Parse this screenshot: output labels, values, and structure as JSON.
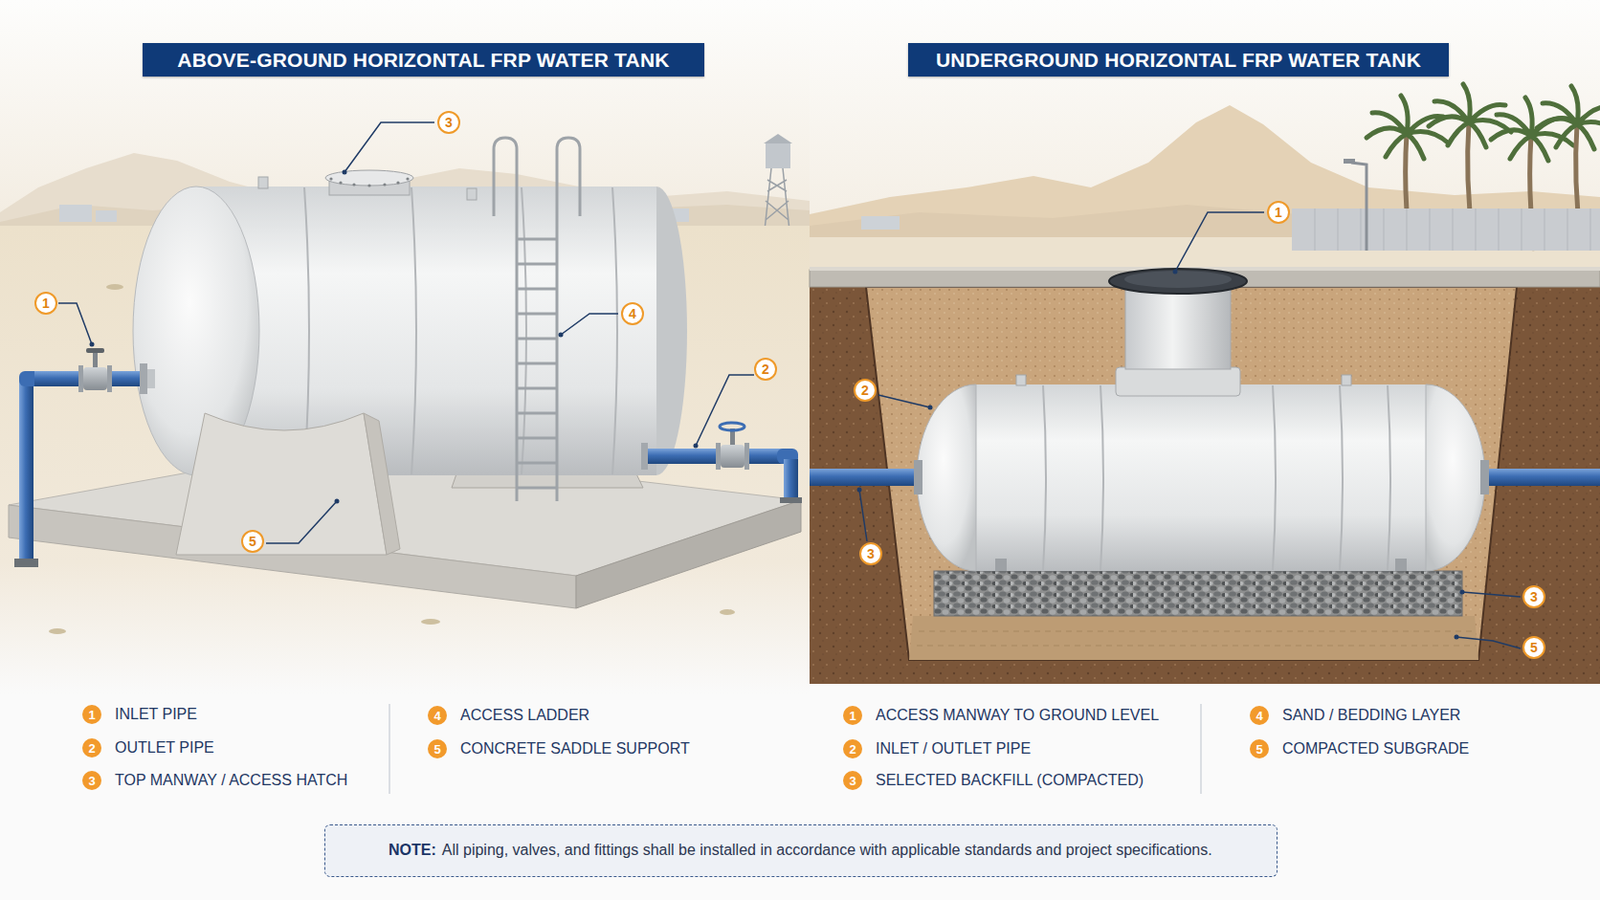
{
  "diagram": {
    "nodes": [
      {
        "text": [
          "ABOVE-GROUND HORIZONTAL FRP WATER TANK"
        ]
      },
      {
        "text": [
          "UNDERGROUND HORIZONTAL FRP WATER TANK"
        ]
      },
      {
        "text": [
          "NOTE:",
          "All piping, valves, and fittings shall be installed in accordance with applicable standards and project specifications."
        ]
      }
    ],
    "labels": [
      "3",
      "1",
      "4",
      "2",
      "5",
      "1",
      "2",
      "3",
      "3",
      "5",
      "1",
      "2",
      "3",
      "4",
      "5",
      "1",
      "2",
      "3",
      "4",
      "5"
    ],
    "legend": [
      {
        "text": "INLET PIPE"
      },
      {
        "text": "OUTLET PIPE"
      },
      {
        "text": "TOP MANWAY / ACCESS HATCH"
      },
      {
        "text": "ACCESS LADDER"
      },
      {
        "text": "CONCRETE SADDLE SUPPORT"
      },
      {
        "text": "ACCESS MANWAY TO GROUND LEVEL"
      },
      {
        "text": "INLET / OUTLET PIPE"
      },
      {
        "text": "SELECTED BACKFILL (COMPACTED)"
      },
      {
        "text": "SAND / BEDDING LAYER"
      },
      {
        "text": "COMPACTED SUBGRADE"
      }
    ]
  }
}
